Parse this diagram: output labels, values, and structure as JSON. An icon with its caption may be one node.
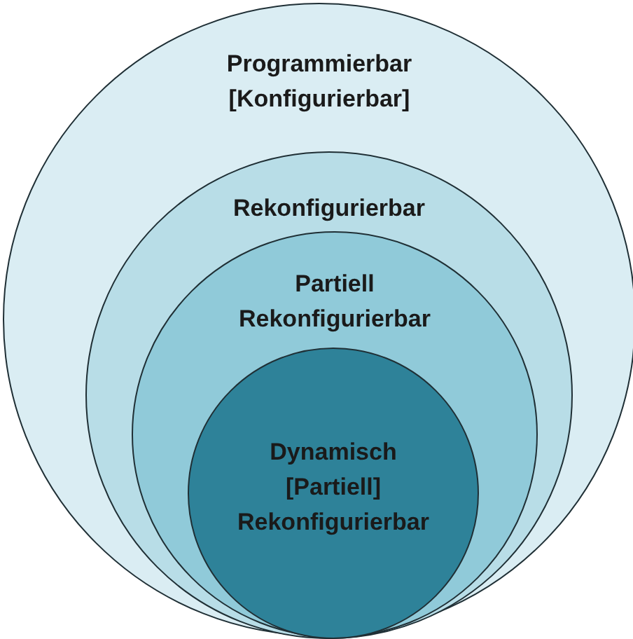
{
  "diagram": {
    "nodes": [
      {
        "text": [
          "Programmierbar [Konfigurierbar]"
        ]
      },
      {
        "text": [
          "Rekonfigurierbar"
        ],
        "in": 0
      },
      {
        "text": [
          "Partiell Rekonfigurierbar"
        ],
        "in": 1
      },
      {
        "text": [
          "Dynamisch [Partiell] Rekonfigurierbar"
        ],
        "in": 2
      }
    ]
  }
}
